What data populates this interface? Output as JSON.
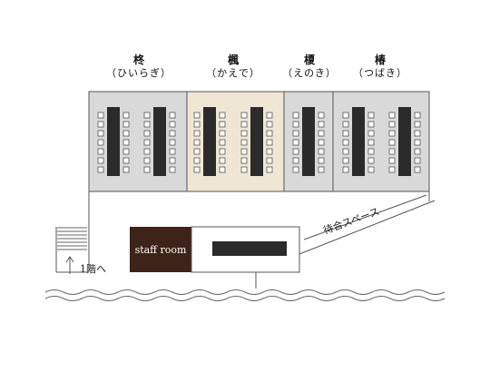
{
  "rooms": [
    {
      "name": "柊",
      "reading": "（ひいらぎ）",
      "fill": "#d9d9d9",
      "highlighted": false
    },
    {
      "name": "楓",
      "reading": "（かえで）",
      "fill": "#efe6d4",
      "highlighted": true
    },
    {
      "name": "榎",
      "reading": "（えのき）",
      "fill": "#d9d9d9",
      "highlighted": false
    },
    {
      "name": "椿",
      "reading": "（つばき）",
      "fill": "#d9d9d9",
      "highlighted": false
    }
  ],
  "labels": {
    "waiting_space": "待合スペース",
    "staff_room": "staff room",
    "stairs": "1階へ"
  },
  "colors": {
    "wall": "#555555",
    "table": "#2b2b2b",
    "staff_room": "#3e2418",
    "water": "#666666"
  }
}
